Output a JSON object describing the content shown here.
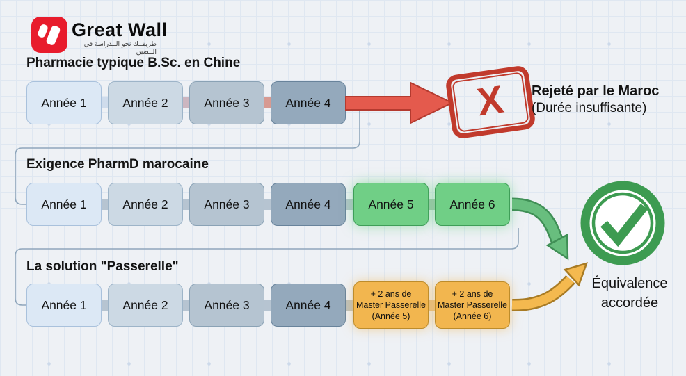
{
  "logo": {
    "name": "Great Wall",
    "tagline": "طريقــك نحو الــدراسة في الــصين",
    "icon": "great-wall-logo",
    "brand_color": "#e81c2c"
  },
  "sections": [
    {
      "title": "Pharmacie typique B.Sc. en Chine",
      "boxes": [
        "Année 1",
        "Année 2",
        "Année 3",
        "Année 4"
      ]
    },
    {
      "title": "Exigence PharmD marocaine",
      "boxes": [
        "Année 1",
        "Année 2",
        "Année 3",
        "Année 4",
        "Année 5",
        "Année 6"
      ]
    },
    {
      "title": "La solution \"Passerelle\"",
      "boxes": [
        "Année 1",
        "Année 2",
        "Année 3",
        "Année 4",
        "+ 2 ans de\nMaster Passerelle\n(Année 5)",
        "+ 2 ans de\nMaster Passerelle\n(Année 6)"
      ]
    }
  ],
  "outcomes": {
    "rejected": {
      "stamp_glyph": "X",
      "title": "Rejeté par le Maroc",
      "subtitle": "(Durée insuffisante)",
      "color": "#c13a2c"
    },
    "approved": {
      "stamp_icon": "check-circle",
      "label": "Équivalence\naccordée",
      "color": "#3d9b51"
    }
  },
  "colors": {
    "arrow_red": "#e45a4d",
    "arrow_green": "#68be7e",
    "arrow_orange": "#f4b94f",
    "box_green": "#70cf86",
    "box_orange": "#f2b64f",
    "background": "#eef1f5"
  }
}
